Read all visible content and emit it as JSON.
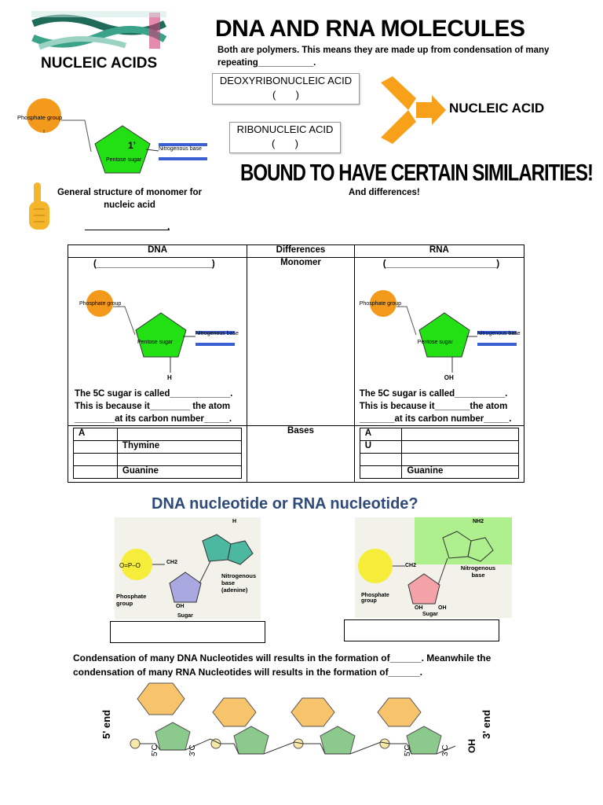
{
  "header": {
    "topic": "NUCLEIC ACIDS",
    "title": "DNA AND RNA MOLECULES",
    "intro": "Both are polymers. This means they are made up from condensation of many repeating___________.",
    "deoxy_label": "DEOXYRIBONUCLEIC ACID",
    "deoxy_blank": "(       )",
    "ribo_label": "RIBONUCLEIC ACID",
    "ribo_blank": "(       )",
    "arrow_target": "NUCLEIC ACID",
    "banner": "BOUND TO HAVE CERTAIN SIMILARITIES!",
    "differences": "And differences!"
  },
  "monomer": {
    "phosphate_label": "Phosphate group",
    "prime_label": "1’",
    "sugar_label": "Pentose sugar",
    "base_label": "Nitrogenous base",
    "caption": "General structure of monomer for nucleic acid",
    "blank": "."
  },
  "table": {
    "col_dna": "DNA",
    "col_diff": "Differences",
    "col_rna": "RNA",
    "row1_diff": "Monomer",
    "dna_paren": "(_______________________)",
    "rna_paren": "(______________________)",
    "dna_atom": "H",
    "rna_atom": "OH",
    "dna_text": [
      "The 5C sugar is called____________.",
      "This is because it________ the atom",
      "________at its carbon number_____."
    ],
    "rna_text": [
      "The 5C sugar is called__________.",
      "This is because it_______the atom",
      "_______at its carbon number_____."
    ],
    "row2_diff": "Bases",
    "dna_bases": [
      [
        "A",
        ""
      ],
      [
        "",
        "Thymine"
      ],
      [
        "",
        ""
      ],
      [
        "",
        "Guanine"
      ]
    ],
    "rna_bases": [
      [
        "A",
        ""
      ],
      [
        "U",
        ""
      ],
      [
        "",
        ""
      ],
      [
        "",
        "Guanine"
      ]
    ]
  },
  "question": {
    "title": "DNA nucleotide or RNA nucleotide?",
    "left": {
      "phosphate": "Phosphate group",
      "sugar": "Sugar",
      "base": "Nitrogenous base (adenine)",
      "oh": "OH",
      "h": "H",
      "ch2": "CH2"
    },
    "right": {
      "phosphate": "Phosphate group",
      "sugar": "Sugar",
      "base": "Nitrogenous base",
      "nh2": "NH2",
      "oh1": "OH",
      "oh2": "OH",
      "ch2": "CH2"
    }
  },
  "condensation": {
    "line1": "Condensation of many DNA Nucleotides will results in the formation of______. Meanwhile the",
    "line2": "condensation of many RNA Nucleotides will results in the formation of______."
  },
  "strand": {
    "five_end": "5' end",
    "three_end": "3' end",
    "five_c": "5'C",
    "three_c": "3'C",
    "oh": "OH"
  },
  "colors": {
    "phosphate_orange": "#f39a1c",
    "sugar_green": "#22e014",
    "base_blue": "#3a5fd0",
    "arrow_orange": "#f7a01a",
    "title_blue": "#2f4a7a",
    "strand_hex": "#f7c36b",
    "strand_pent": "#8cc98c"
  },
  "icons": [
    "pointing-hand-icon",
    "dna-logo-icon",
    "orange-arrows-icon"
  ]
}
